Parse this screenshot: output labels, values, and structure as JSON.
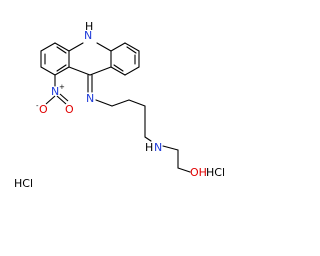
{
  "molecule": {
    "atoms": {
      "nh_ring": "N",
      "nh_ring_h": "H",
      "imine_n": "N",
      "nitro_n": "N",
      "nitro_n_charge": "+",
      "nitro_o_neg": "O",
      "nitro_o_neg_charge": "-",
      "nitro_o_double": "O",
      "amine_n": "N",
      "amine_h": "H",
      "oh": "OH"
    },
    "salts": {
      "left": "HCl",
      "right": "HCl"
    }
  },
  "colors": {
    "bond": "#000000",
    "nitrogen": "#1f3bd9",
    "oxygen": "#e00000",
    "text": "#000000"
  }
}
